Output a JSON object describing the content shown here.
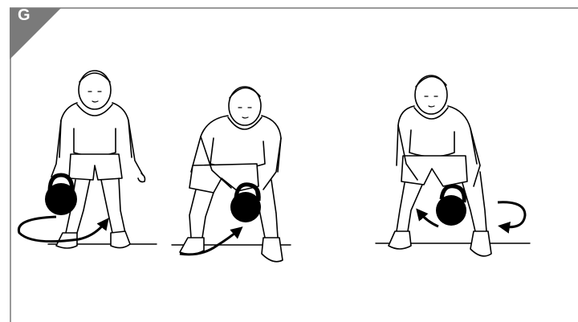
{
  "figure": {
    "label": "G",
    "panels": [
      {
        "id": "panel-1",
        "subject": "person-bent-over-kettlebell-left-hand",
        "arrow": "circle-around-legs"
      },
      {
        "id": "panel-2",
        "subject": "person-passing-kettlebell-between-legs",
        "arrow": "circle-around-legs"
      },
      {
        "id": "panel-3",
        "subject": "person-passing-kettlebell-to-left-hand",
        "arrow": "circle-around-legs"
      }
    ]
  },
  "colors": {
    "badge": "#7a7a7a",
    "border": "#9a9a9a",
    "ink": "#000000",
    "kettlebell": "#000000"
  },
  "icons": [
    "kettlebell-icon",
    "curved-arrow-icon"
  ]
}
